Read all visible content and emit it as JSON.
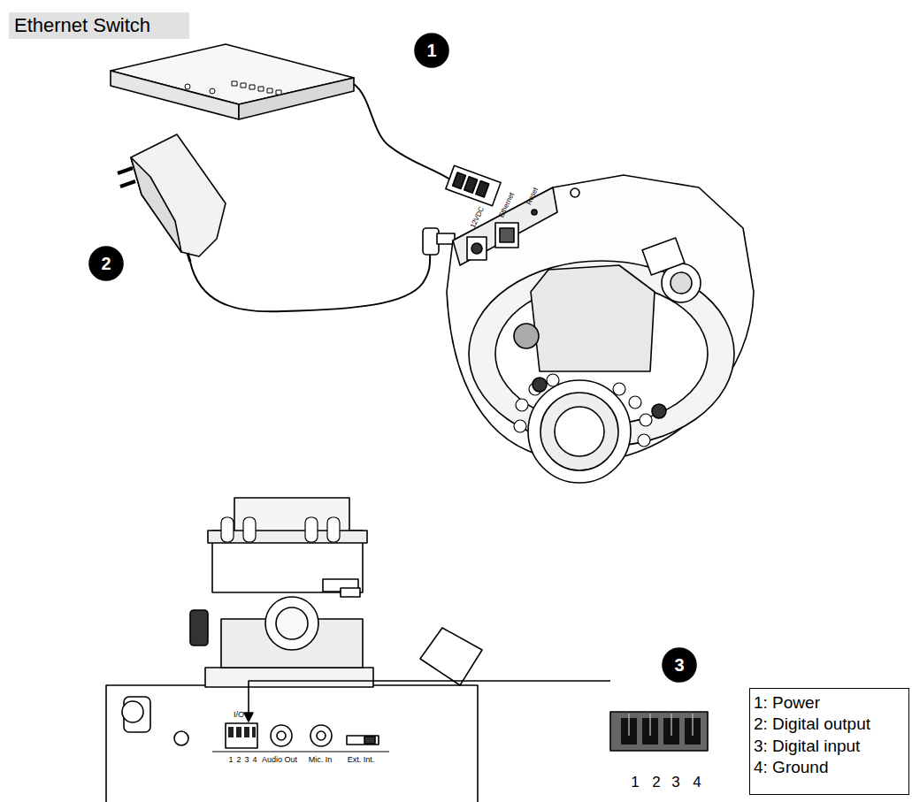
{
  "diagram": {
    "nodes": [
      {
        "text": [
          "Ethernet Switch"
        ]
      },
      {
        "text": [
          "1: Power",
          "2: Digital output",
          "3: Digital input",
          "4: Ground"
        ]
      }
    ],
    "labels": [
      "1",
      "2",
      "12VDC",
      "Ethernet",
      "Reset",
      "I/O",
      "1",
      "2",
      "3",
      "4",
      "Audio Out",
      "Mic. In",
      "Ext. Int.",
      "3",
      "1",
      "2",
      "3",
      "4"
    ]
  }
}
